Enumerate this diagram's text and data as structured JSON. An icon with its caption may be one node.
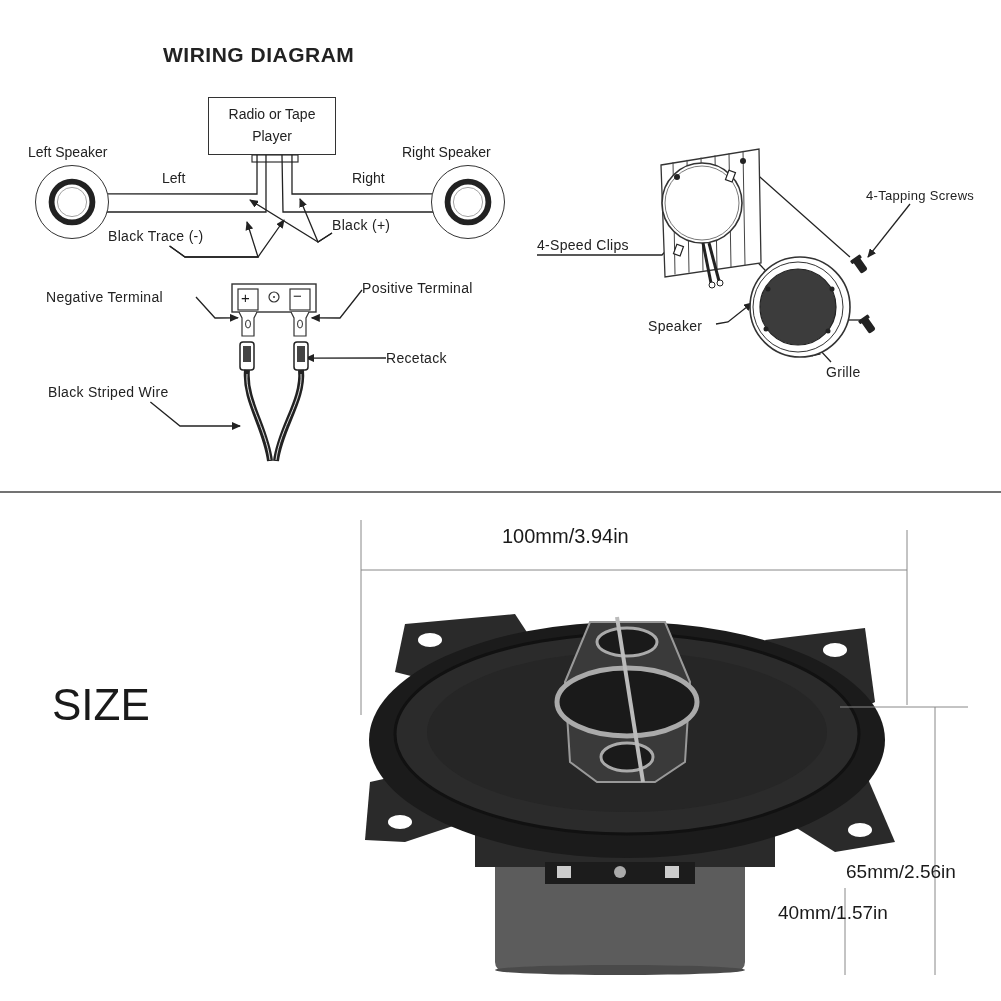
{
  "diagram": {
    "title": "WIRING DIAGRAM",
    "nodes": [
      {
        "text": [
          "Radio or Tape Player"
        ]
      },
      {
        "text": [
          "Left Speaker"
        ]
      },
      {
        "text": [
          "Right Speaker"
        ]
      },
      {
        "text": [
          "Black Trace (-)"
        ]
      },
      {
        "text": [
          "Black (+)"
        ]
      },
      {
        "text": [
          "Negative Terminal"
        ]
      },
      {
        "text": [],
        "shape": "picture"
      },
      {
        "text": [
          "Positive Terminal"
        ]
      },
      {
        "text": [
          "Recetack"
        ]
      },
      {
        "text": [
          "Black Striped Wire"
        ]
      },
      {
        "text": [],
        "shape": "picture"
      },
      {
        "text": [
          "4-Speed Clips"
        ]
      },
      {
        "text": [],
        "shape": "picture"
      },
      {
        "text": [
          "4-Tapping Screws"
        ]
      },
      {
        "text": [],
        "shape": "picture"
      },
      {
        "text": [
          "Speaker"
        ]
      },
      {
        "text": [],
        "shape": "picture"
      },
      {
        "text": [
          "Grille"
        ]
      }
    ],
    "edges": [
      {
        "from": 0,
        "to": 1,
        "arrow": "none",
        "label": "Left"
      },
      {
        "from": 0,
        "to": 1,
        "arrow": "none"
      },
      {
        "from": 0,
        "to": 2,
        "arrow": "none",
        "label": "Right"
      },
      {
        "from": 0,
        "to": 2,
        "arrow": "none"
      },
      {
        "from": 3,
        "to": null,
        "arrow": "to"
      },
      {
        "from": 3,
        "to": null,
        "arrow": "to"
      },
      {
        "from": 4,
        "to": null,
        "arrow": "to"
      },
      {
        "from": 4,
        "to": null,
        "arrow": "to"
      },
      {
        "from": 5,
        "to": 6,
        "arrow": "to"
      },
      {
        "from": 7,
        "to": 6,
        "arrow": "to"
      },
      {
        "from": 8,
        "to": 10,
        "arrow": "to"
      },
      {
        "from": 9,
        "to": 10,
        "arrow": "to"
      },
      {
        "from": 11,
        "to": 12,
        "arrow": "none"
      },
      {
        "from": 13,
        "to": 14,
        "arrow": "to"
      },
      {
        "from": 15,
        "to": 16,
        "arrow": "to"
      },
      {
        "from": 17,
        "to": 16,
        "arrow": "to"
      },
      {
        "from": 12,
        "to": 14,
        "arrow": "none"
      },
      {
        "from": 12,
        "to": 16,
        "arrow": "none"
      },
      {
        "from": 16,
        "to": 14,
        "arrow": "none"
      }
    ],
    "labels": [
      "+",
      "−",
      "SIZE",
      "100mm/3.94in",
      "65mm/2.56in",
      "40mm/1.57in"
    ]
  }
}
